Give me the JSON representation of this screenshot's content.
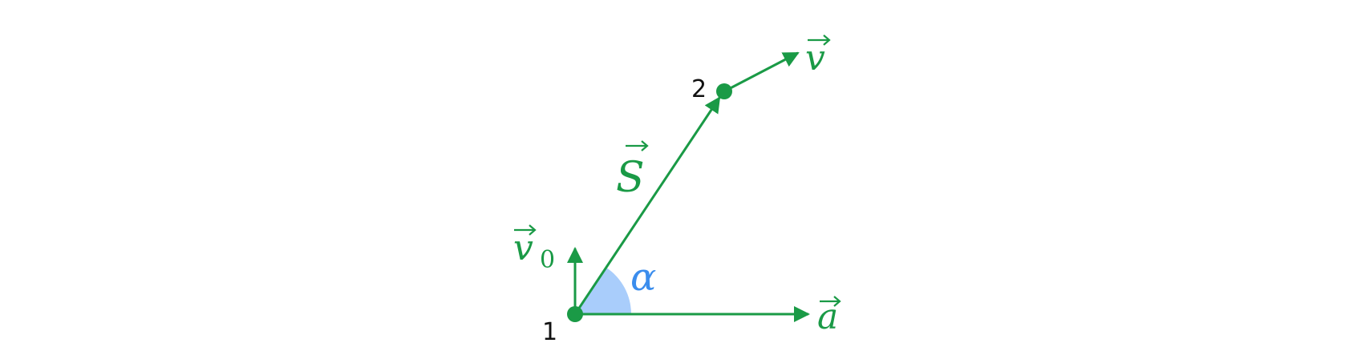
{
  "colors": {
    "vector": "#1a9a46",
    "angle_fill": "#a9cdfb",
    "angle_text": "#3b8ded",
    "point_label": "#111111"
  },
  "points": {
    "start_label": "1",
    "end_label": "2"
  },
  "vectors": {
    "initial_velocity": {
      "symbol": "v",
      "subscript": "0"
    },
    "displacement": {
      "symbol": "S"
    },
    "final_velocity": {
      "symbol": "v"
    },
    "acceleration": {
      "symbol": "a"
    }
  },
  "angle": {
    "symbol": "α"
  },
  "icons": {
    "arrow_over": "right-arrow-overline-icon"
  }
}
